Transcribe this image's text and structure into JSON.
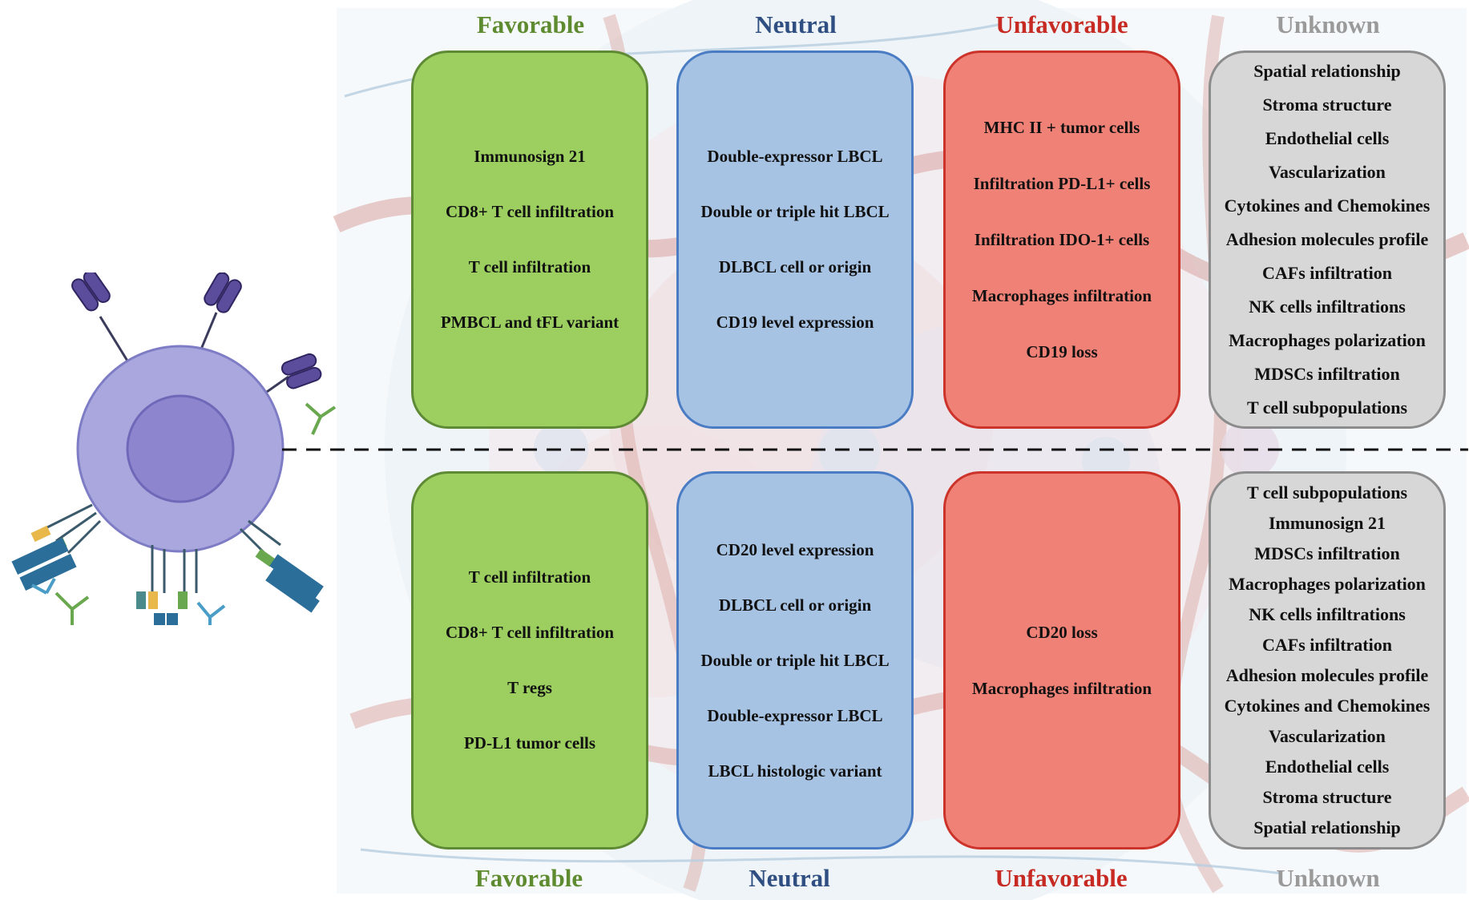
{
  "upper": {
    "favorable": {
      "title": "Favorable",
      "items": [
        "Immunosign 21",
        "CD8+ T cell infiltration",
        "T cell infiltration",
        "PMBCL and tFL variant"
      ]
    },
    "neutral": {
      "title": "Neutral",
      "items": [
        "Double-expressor LBCL",
        "Double or triple hit LBCL",
        "DLBCL cell or origin",
        "CD19 level expression"
      ]
    },
    "unfavorable": {
      "title": "Unfavorable",
      "items": [
        "MHC II + tumor cells",
        "Infiltration PD-L1+ cells",
        "Infiltration IDO-1+ cells",
        "Macrophages infiltration",
        "CD19 loss"
      ]
    },
    "unknown": {
      "title": "Unknown",
      "items": [
        "Spatial relationship",
        "Stroma structure",
        "Endothelial cells",
        "Vascularization",
        "Cytokines and Chemokines",
        "Adhesion molecules profile",
        "CAFs infiltration",
        "NK cells infiltrations",
        "Macrophages polarization",
        "MDSCs infiltration",
        "T cell subpopulations"
      ]
    }
  },
  "lower": {
    "favorable": {
      "title": "Favorable",
      "items": [
        "T cell infiltration",
        "CD8+ T cell infiltration",
        "T regs",
        "PD-L1 tumor cells"
      ]
    },
    "neutral": {
      "title": "Neutral",
      "items": [
        "CD20 level expression",
        "DLBCL cell or origin",
        "Double or triple hit LBCL",
        "Double-expressor LBCL",
        "LBCL histologic variant"
      ]
    },
    "unfavorable": {
      "title": "Unfavorable",
      "items": [
        "CD20 loss",
        "Macrophages infiltration"
      ]
    },
    "unknown": {
      "title": "Unknown",
      "items": [
        "T cell subpopulations",
        "Immunosign 21",
        "MDSCs infiltration",
        "Macrophages polarization",
        "NK cells infiltrations",
        "CAFs infiltration",
        "Adhesion molecules profile",
        "Cytokines and Chemokines",
        "Vascularization",
        "Endothelial cells",
        "Stroma structure",
        "Spatial relationship"
      ]
    }
  },
  "colors": {
    "favorable": "#9ccf5f",
    "neutral": "#a7c3e4",
    "unfavorable": "#ef8176",
    "unknown": "#d7d7d7",
    "favorable_text": "#5e8b30",
    "neutral_text": "#2f4f82",
    "unfavorable_text": "#c62a22",
    "unknown_text": "#9a9a9a"
  },
  "icons": [
    "car-t-cell-icon",
    "tumor-microenvironment-background"
  ]
}
